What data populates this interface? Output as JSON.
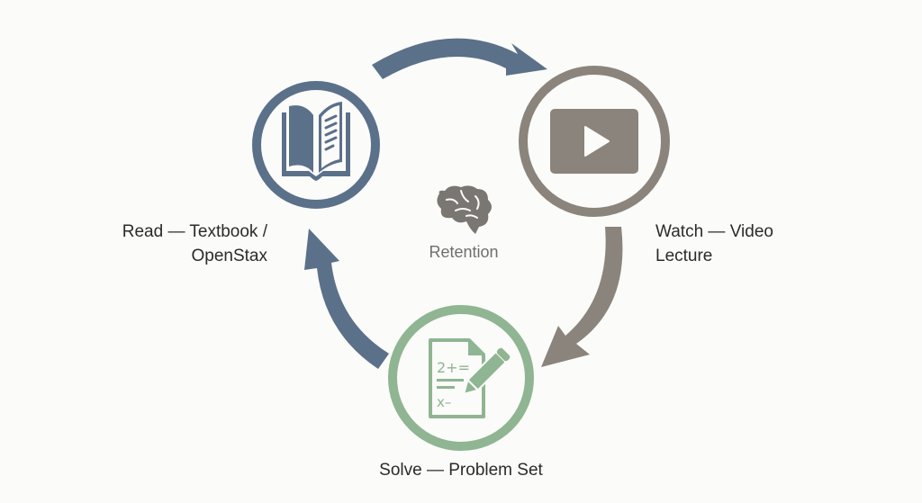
{
  "diagram": {
    "title": "Learning cycle",
    "colors": {
      "read": "#5b7089",
      "watch": "#8a847c",
      "solve": "#8fb592",
      "center": "#7a7772",
      "text": "#2b2b2b",
      "background": "#fbfbf9"
    },
    "center": {
      "icon": "brain-icon",
      "label": "Retention"
    },
    "nodes": [
      {
        "id": "read",
        "icon": "open-book-icon",
        "label_lines": [
          "Read — Textbook /",
          "OpenStax"
        ]
      },
      {
        "id": "watch",
        "icon": "video-play-icon",
        "label_lines": [
          "Watch — Video",
          "Lecture"
        ]
      },
      {
        "id": "solve",
        "icon": "worksheet-pencil-icon",
        "label_lines": [
          "Solve — Problem Set"
        ],
        "worksheet_text": [
          "2+=",
          "x–"
        ]
      }
    ],
    "edges": [
      {
        "from": "read",
        "to": "watch"
      },
      {
        "from": "watch",
        "to": "solve"
      },
      {
        "from": "solve",
        "to": "read"
      }
    ]
  }
}
